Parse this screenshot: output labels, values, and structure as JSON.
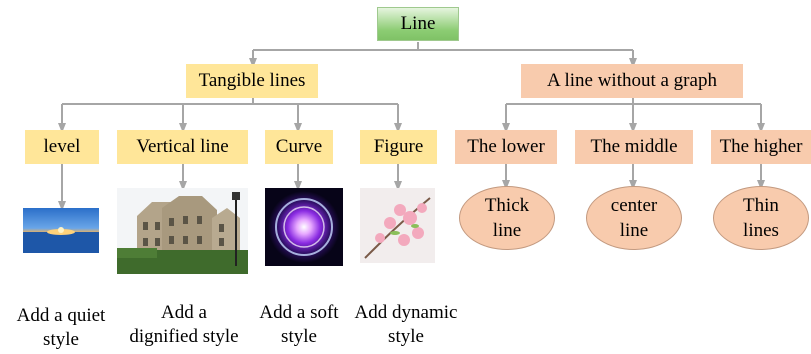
{
  "root": "Line",
  "branches": {
    "tangible": "Tangible lines",
    "without_graph": "A line without a graph"
  },
  "tangible_children": [
    "level",
    "Vertical line",
    "Curve",
    "Figure"
  ],
  "graph_children": [
    "The lower",
    "The middle",
    "The higher"
  ],
  "ovals": [
    [
      "Thick",
      "line"
    ],
    [
      "center",
      "line"
    ],
    [
      "Thin",
      "lines"
    ]
  ],
  "captions": [
    [
      "Add a quiet",
      "style"
    ],
    [
      "Add a",
      "dignified style"
    ],
    [
      "Add a soft",
      "style"
    ],
    [
      "Add dynamic",
      "style"
    ]
  ],
  "images": [
    "sunset-sea-photo",
    "palace-building-photo",
    "glowing-circle-photo",
    "pink-blossom-photo"
  ],
  "colors": {
    "root": "#8ccc73",
    "yellow": "#ffe699",
    "salmon": "#f8cbad",
    "connector": "#a6a6a6"
  }
}
